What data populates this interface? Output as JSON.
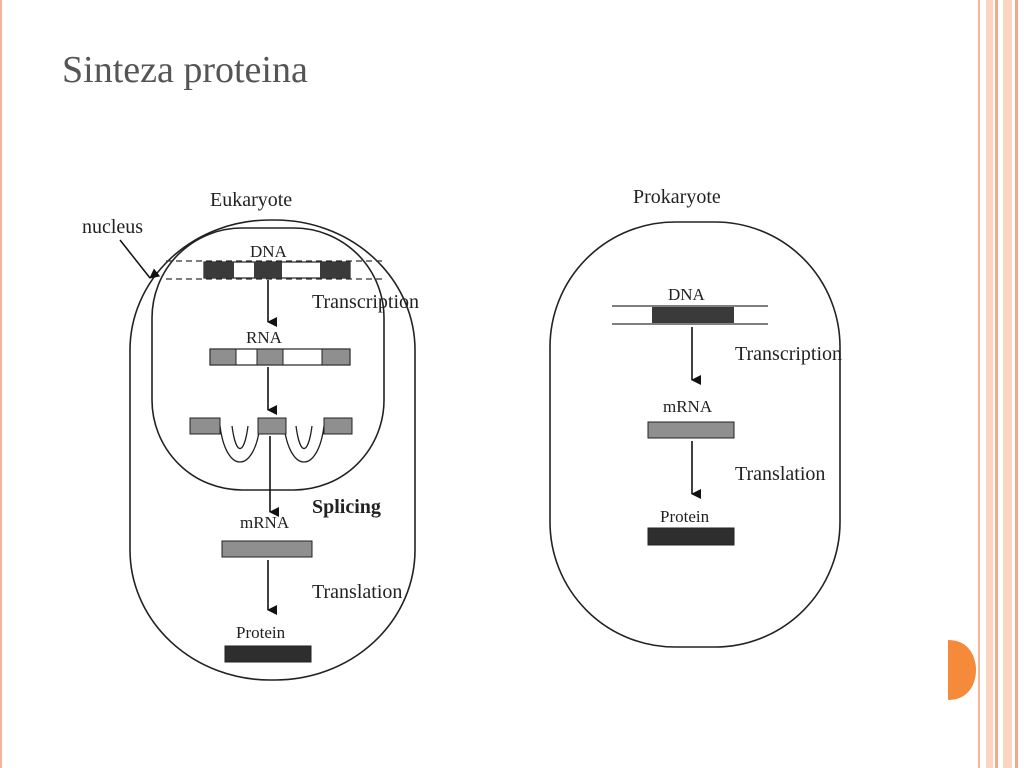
{
  "slide": {
    "title": "Sinteza proteina",
    "colors": {
      "accent": "#f58a3a",
      "border": "#f4b49a",
      "title": "#555555"
    }
  },
  "diagram": {
    "eukaryote": {
      "title": "Eukaryote",
      "nucleus_label": "nucleus",
      "dna_label": "DNA",
      "transcription_label": "Transcription",
      "rna_label": "RNA",
      "splicing_label": "Splicing",
      "mrna_label": "mRNA",
      "translation_label": "Translation",
      "protein_label": "Protein"
    },
    "prokaryote": {
      "title": "Prokaryote",
      "dna_label": "DNA",
      "transcription_label": "Transcription",
      "mrna_label": "mRNA",
      "translation_label": "Translation",
      "protein_label": "Protein"
    }
  }
}
